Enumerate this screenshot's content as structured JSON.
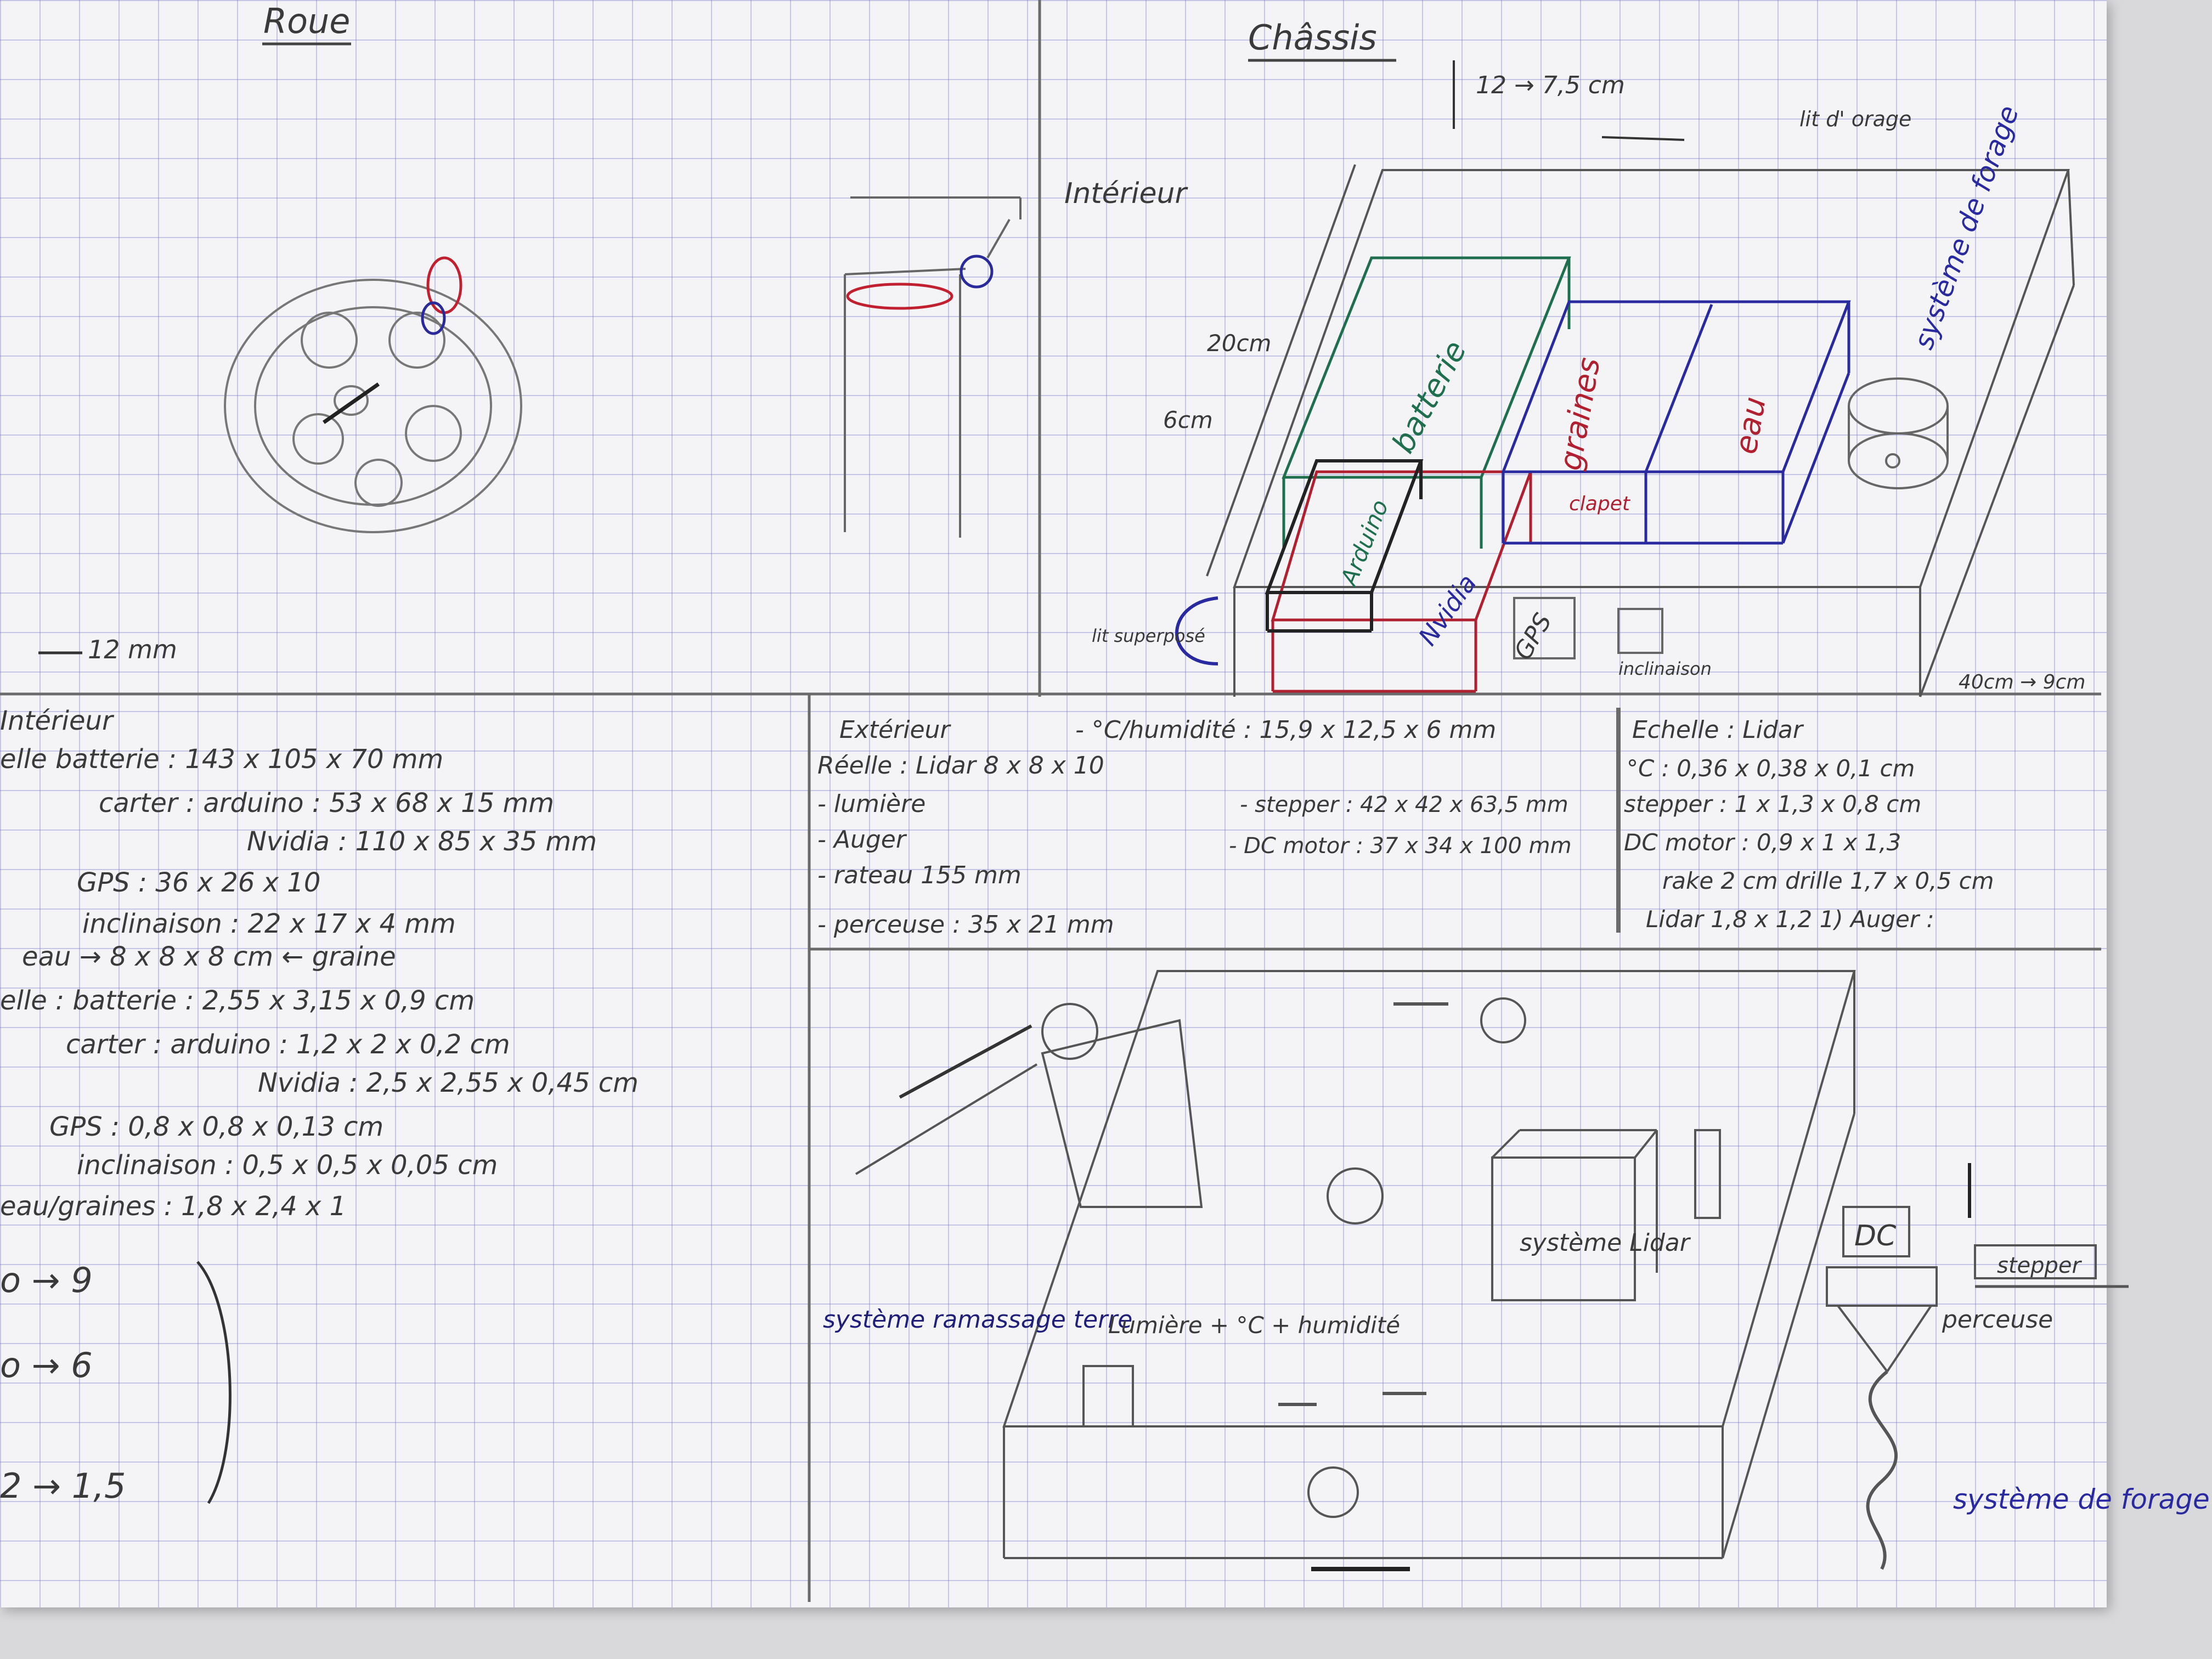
{
  "wheel": {
    "title": "Roue",
    "scale": "12 mm"
  },
  "chassis": {
    "title": "Châssis",
    "height_range": "12 → 7,5 cm",
    "interior_label": "Intérieur",
    "lit_dorage": "lit d' orage",
    "dim_20cm": "20cm",
    "dim_6cm": "6cm",
    "batterie": "batterie",
    "arduino": "Arduino",
    "nvidia": "Nvidia",
    "graines": "graines",
    "clapet": "clapet",
    "eau": "eau",
    "gps": "GPS",
    "inclinaison": "inclinaison",
    "lit_superpose": "lit superposé",
    "systeme_forage": "système de forage",
    "width_range": "40cm → 9cm"
  },
  "interior_table": {
    "title": "Intérieur",
    "lines": [
      "elle  batterie : 143 x 105 x 70 mm",
      "carter : arduino : 53 x 68 x 15 mm",
      "Nvidia : 110 x 85 x 35 mm",
      "GPS : 36 x 26 x 10",
      "inclinaison : 22 x 17 x 4 mm",
      "eau → 8 x 8 x 8 cm ← graine",
      "elle : batterie : 2,55 x 3,15 x 0,9 cm",
      "carter : arduino : 1,2 x 2 x 0,2 cm",
      "Nvidia : 2,5 x 2,55 x 0,45 cm",
      "GPS : 0,8 x 0,8 x 0,13 cm",
      "inclinaison : 0,5 x 0,5 x 0,05 cm",
      "eau/graines : 1,8 x 2,4 x 1"
    ],
    "scale_lines": [
      "o → 9",
      "o → 6",
      "2 → 1,5"
    ]
  },
  "exterior_table": {
    "title": "Extérieur",
    "header": "- °C/humidité : 15,9 x 12,5 x 6 mm",
    "left": [
      "Réelle : Lidar 8 x 8 x 10",
      "- lumière",
      "- Auger",
      "- rateau      155 mm",
      "- perceuse : 35 x 21 mm"
    ],
    "right": [
      "- stepper : 42 x 42 x 63,5 mm",
      "- DC motor : 37 x 34 x 100 mm"
    ]
  },
  "scale_table": {
    "title": "Echelle : Lidar",
    "lines": [
      "°C : 0,36 x 0,38 x 0,1 cm",
      "stepper : 1 x 1,3 x 0,8 cm",
      "DC motor : 0,9 x 1 x 1,3",
      "rake 2 cm   drille 1,7 x 0,5 cm",
      "Lidar 1,8 x 1,2 1) Auger :"
    ]
  },
  "exterior_drawing": {
    "systeme_ramassage": "système ramassage terre",
    "lumiere": "Lumière + °C + humidité",
    "systeme_lidar": "système Lidar",
    "dc": "DC",
    "stepper": "stepper",
    "perceuse": "perceuse",
    "systeme_forage": "système de forage"
  }
}
